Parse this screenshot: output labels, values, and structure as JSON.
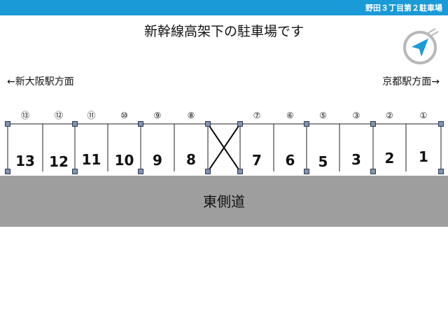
{
  "header": {
    "facility_name": "野田３丁目第２駐車場"
  },
  "title": "新幹線高架下の駐車場です",
  "compass": {
    "icon": "north-compass-icon",
    "color": "#1a9ad6"
  },
  "directions": {
    "left": "←新大阪駅方面",
    "right": "京都駅方面→"
  },
  "road": {
    "label": "東側道"
  },
  "spaces": [
    {
      "circled": "⑬",
      "number": "13"
    },
    {
      "circled": "⑫",
      "number": "12"
    },
    {
      "circled": "⑪",
      "number": "11"
    },
    {
      "circled": "⑩",
      "number": "10"
    },
    {
      "circled": "⑨",
      "number": "9"
    },
    {
      "circled": "⑧",
      "number": "8"
    },
    {
      "circled": "⑦",
      "number": "7"
    },
    {
      "circled": "⑥",
      "number": "6"
    },
    {
      "circled": "⑤",
      "number": "5"
    },
    {
      "circled": "③",
      "number": "3"
    },
    {
      "circled": "②",
      "number": "2"
    },
    {
      "circled": "①",
      "number": "1"
    }
  ],
  "colors": {
    "header_bar": "#1a9ad6",
    "road": "#9e9e9e",
    "pillar": "#7f93b0"
  }
}
